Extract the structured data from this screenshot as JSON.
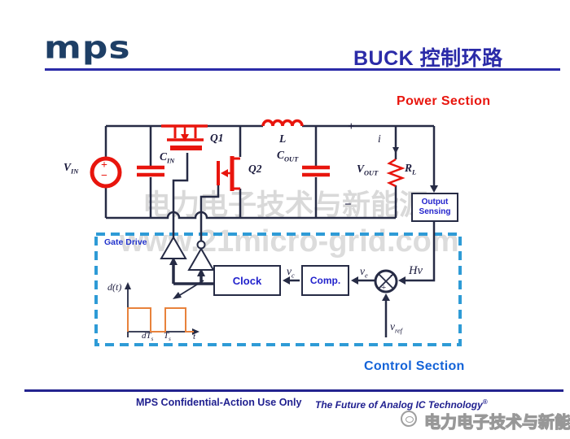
{
  "header": {
    "logo": "mps",
    "title": "BUCK 控制环路"
  },
  "sections": {
    "power_label": "Power Section",
    "control_label": "Control Section",
    "gate_drive_label": "Gate Drive"
  },
  "blocks": {
    "clock": "Clock",
    "comp": "Comp.",
    "sensing_line1": "Output",
    "sensing_line2": "Sensing"
  },
  "labels": {
    "vin": {
      "main": "V",
      "sub": "IN"
    },
    "cin": {
      "main": "C",
      "sub": "IN"
    },
    "q1": "Q1",
    "q2": "Q2",
    "l": "L",
    "cout": {
      "main": "C",
      "sub": "OUT"
    },
    "vout": {
      "main": "V",
      "sub": "OUT"
    },
    "rl": {
      "main": "R",
      "sub": "L"
    },
    "i": "i"
  },
  "signals": {
    "vin_plus": "+",
    "vin_minus": "−",
    "out_plus": "+",
    "out_minus": "−",
    "hv": "Hv",
    "vc": {
      "main": "v",
      "sub": "c"
    },
    "ve": {
      "main": "v",
      "sub": "e"
    },
    "vref": {
      "main": "v",
      "sub": "ref"
    },
    "sum_minus": "−",
    "sum_plus": "+"
  },
  "waveform": {
    "ylabel": "d(t)",
    "dts": {
      "main": "dT",
      "sub": "s"
    },
    "ts": {
      "main": "T",
      "sub": "s"
    },
    "xlabel": "t"
  },
  "watermarks": {
    "line1": "电力电子技术与新能源",
    "line2": "www.21micro-grid.com",
    "footer_logo_text": "电力电子技术与新能源"
  },
  "footer": {
    "confidential": "MPS Confidential-Action Use Only",
    "tagline": "The Future of Analog IC Technology",
    "reg": "®"
  },
  "colors": {
    "component_red": "#e8150d",
    "wire_navy": "#262b45",
    "block_text_blue": "#2222cc",
    "dash_blue": "#2e9bd6",
    "title_navy": "#2b2ba8",
    "footer_navy": "#1f1f8f",
    "control_blue": "#1463d8",
    "pulse_orange": "#e8823c",
    "watermark_gray": "#d9d9d9"
  }
}
